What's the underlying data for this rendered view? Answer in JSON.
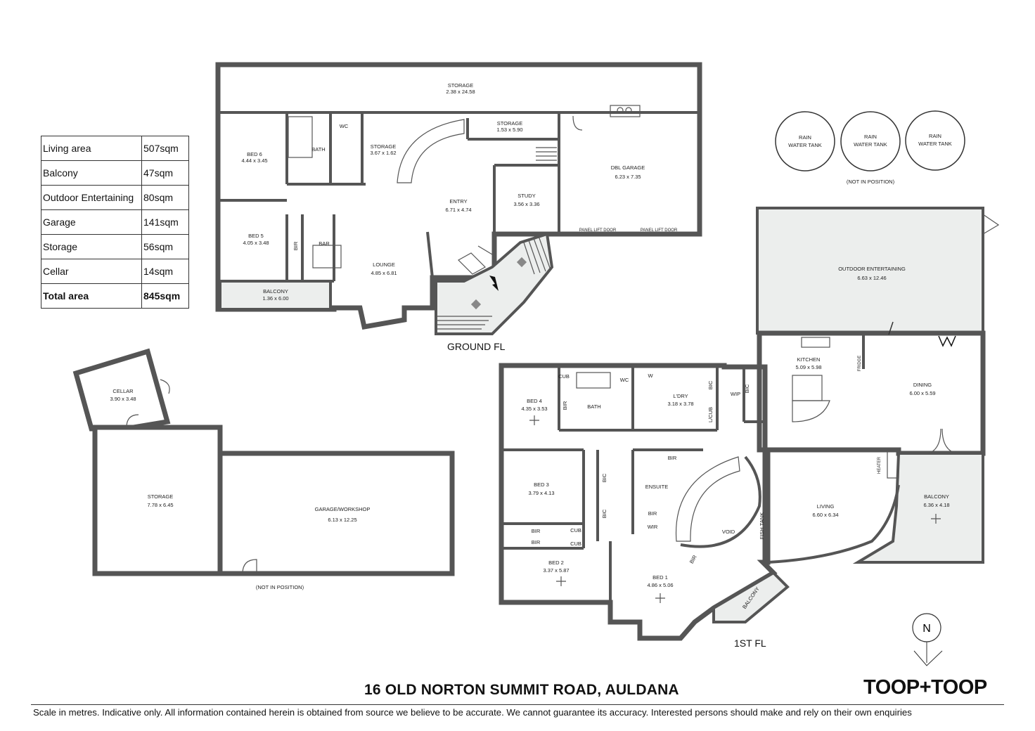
{
  "area_summary": {
    "rows": [
      {
        "label": "Living area",
        "value": "507sqm"
      },
      {
        "label": "Balcony",
        "value": "47sqm"
      },
      {
        "label": "Outdoor Entertaining",
        "value": "80sqm"
      },
      {
        "label": "Garage",
        "value": "141sqm"
      },
      {
        "label": "Storage",
        "value": "56sqm"
      },
      {
        "label": "Cellar",
        "value": "14sqm"
      }
    ],
    "total": {
      "label": "Total area",
      "value": "845sqm"
    }
  },
  "ground_floor": {
    "label": "GROUND FL",
    "rooms": {
      "storage_top": {
        "name": "STORAGE",
        "dims": "2.38 x 24.58"
      },
      "bed6": {
        "name": "BED 6",
        "dims": "4.44 x 3.45"
      },
      "bath": {
        "name": "BATH"
      },
      "wc": {
        "name": "WC"
      },
      "storage_mid": {
        "name": "STORAGE",
        "dims": "3.67 x 1.62"
      },
      "storage_small": {
        "name": "STORAGE",
        "dims": "1.53 x 5.90"
      },
      "dbl_garage": {
        "name": "DBL GARAGE",
        "dims": "6.23 x 7.35"
      },
      "entry": {
        "name": "ENTRY",
        "dims": "6.71 x 4.74"
      },
      "study": {
        "name": "STUDY",
        "dims": "3.56 x 3.36"
      },
      "bed5": {
        "name": "BED 5",
        "dims": "4.05 x 3.48"
      },
      "bir": {
        "name": "BIR"
      },
      "bar": {
        "name": "BAR"
      },
      "lounge": {
        "name": "LOUNGE",
        "dims": "4.85 x 6.81"
      },
      "balcony": {
        "name": "BALCONY",
        "dims": "1.36 x 6.00"
      }
    },
    "panel_lift_door": "PANEL LIFT DOOR"
  },
  "rain_tanks": {
    "label": "RAIN\nWATER TANK",
    "note": "(NOT IN POSITION)"
  },
  "outbuilding": {
    "cellar": {
      "name": "CELLAR",
      "dims": "3.90 x 3.48"
    },
    "storage": {
      "name": "STORAGE",
      "dims": "7.78 x 6.45"
    },
    "garage_workshop": {
      "name": "GARAGE/WORKSHOP",
      "dims": "6.13 x 12.25"
    },
    "note": "(NOT IN POSITION)"
  },
  "first_floor": {
    "label": "1ST FL",
    "rooms": {
      "outdoor": {
        "name": "OUTDOOR ENTERTAINING",
        "dims": "6.63 x 12.46"
      },
      "kitchen": {
        "name": "KITCHEN",
        "dims": "5.09 x 5.98"
      },
      "dining": {
        "name": "DINING",
        "dims": "6.00 x 5.59"
      },
      "bed4": {
        "name": "BED 4",
        "dims": "4.35 x 3.53"
      },
      "bath": {
        "name": "BATH"
      },
      "wc": {
        "name": "WC"
      },
      "w": {
        "name": "W"
      },
      "ldry": {
        "name": "L'DRY",
        "dims": "3.18 x 3.78"
      },
      "bic": {
        "name": "BIC"
      },
      "wip": {
        "name": "WIP"
      },
      "lcub": {
        "name": "L/CUB"
      },
      "cub": {
        "name": "CUB"
      },
      "bir": {
        "name": "BIR"
      },
      "bed3": {
        "name": "BED 3",
        "dims": "3.79 x 4.13"
      },
      "ensuite": {
        "name": "ENSUITE"
      },
      "wir": {
        "name": "WIR"
      },
      "void": {
        "name": "VOID"
      },
      "fish_tank": {
        "name": "FISH TANK"
      },
      "living": {
        "name": "LIVING",
        "dims": "6.60 x 6.34"
      },
      "heater": {
        "name": "HEATER"
      },
      "fridge": {
        "name": "FRIDGE"
      },
      "balcony_main": {
        "name": "BALCONY",
        "dims": "6.36 x 4.18"
      },
      "bed2": {
        "name": "BED 2",
        "dims": "3.37 x 5.87"
      },
      "bed1": {
        "name": "BED 1",
        "dims": "4.86 x 5.06"
      },
      "balcony_small": {
        "name": "BALCONY"
      }
    }
  },
  "compass": {
    "letter": "N"
  },
  "footer": {
    "address": "16 OLD NORTON SUMMIT ROAD, AULDANA",
    "brand": "TOOP+TOOP",
    "disclaimer": "Scale in metres. Indicative only. All information contained herein is obtained from source we believe to be accurate. We cannot guarantee its accuracy. Interested persons should make and rely on their own enquiries"
  }
}
